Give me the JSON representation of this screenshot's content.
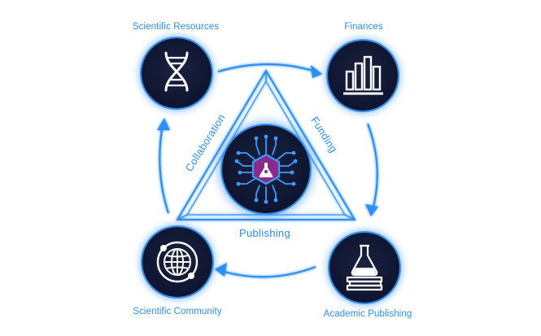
{
  "nodes": {
    "resources": {
      "label": "Scientific Resources",
      "icon": "dna-icon"
    },
    "finances": {
      "label": "Finances",
      "icon": "bar-chart-icon"
    },
    "academic": {
      "label": "Academic Publishing",
      "icon": "flask-on-books-icon"
    },
    "community": {
      "label": "Scientific Community",
      "icon": "globe-orbit-icon"
    },
    "hub": {
      "icon": "circuit-flask-icon"
    }
  },
  "edges": {
    "left": "Collaboration",
    "right": "Funding",
    "bottom": "Publishing"
  },
  "colors": {
    "accent": "#2a8ef0",
    "node_fill": "#0f1530",
    "hub_badge": "#8a2a8a"
  }
}
